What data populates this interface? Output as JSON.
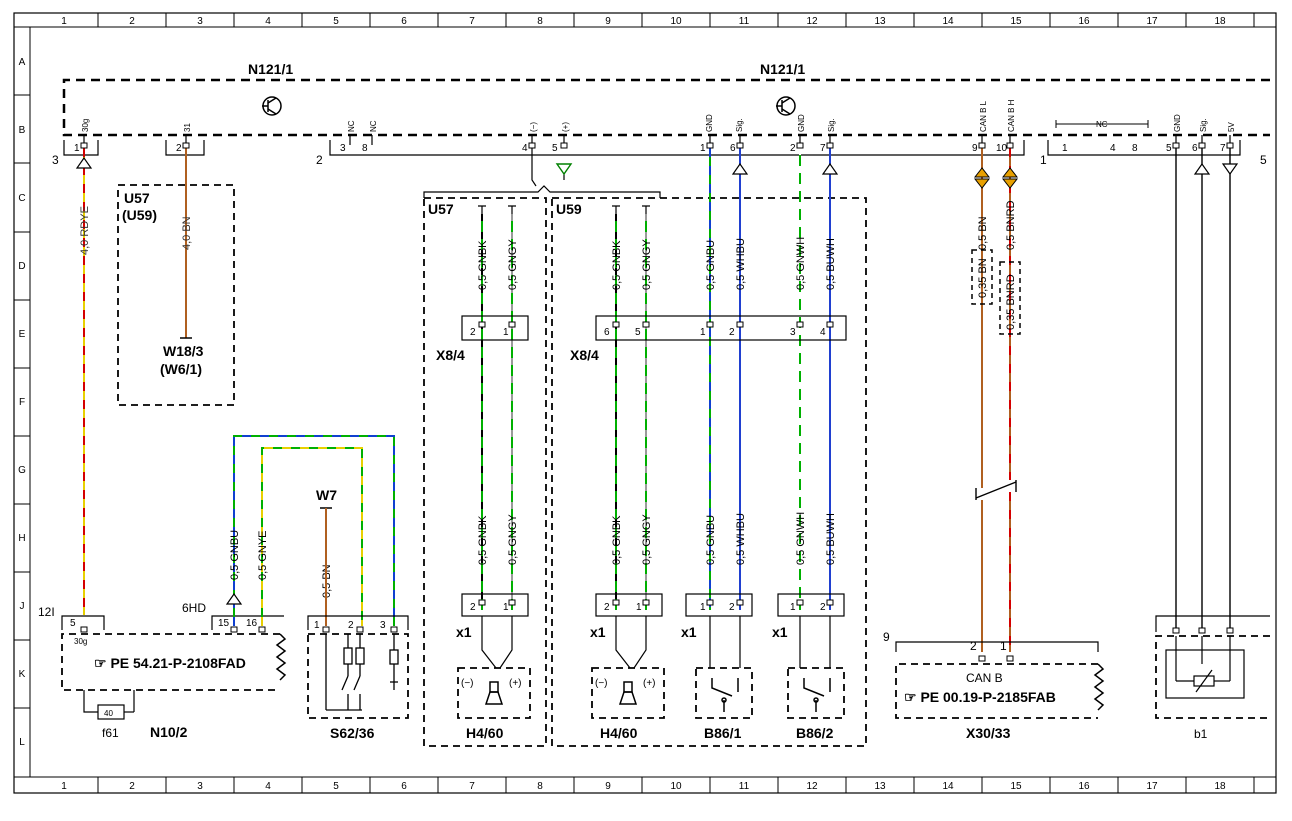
{
  "columns": [
    "1",
    "2",
    "3",
    "4",
    "5",
    "6",
    "7",
    "8",
    "9",
    "10",
    "11",
    "12",
    "13",
    "14",
    "15",
    "16",
    "17",
    "18"
  ],
  "rows": [
    "A",
    "B",
    "C",
    "D",
    "E",
    "F",
    "G",
    "H",
    "J",
    "K",
    "L"
  ],
  "control_unit": {
    "name_left": "N121/1",
    "name_right": "N121/1",
    "connector_left": "3",
    "connector_mid": "2",
    "connector_right": "1",
    "connector_far_right": "5",
    "pins": {
      "p30g": "30g",
      "p31": "31",
      "nc1": "NC",
      "nc2": "NC",
      "neg": "(−)",
      "pos": "(+)",
      "gnd1": "GND",
      "sig1": "Sig.",
      "gnd2": "GND",
      "sig2": "Sig.",
      "canl": "CAN B L",
      "canh": "CAN B H",
      "nc3": "NC",
      "gnd3": "GND",
      "sig3": "Sig.",
      "v5": "5V"
    },
    "pin_numbers": {
      "a1": "1",
      "a2": "2",
      "b3": "3",
      "b8": "8",
      "b4": "4",
      "b5": "5",
      "c1": "1",
      "c6": "6",
      "c2": "2",
      "c7": "7",
      "c9": "9",
      "c10": "10",
      "d1": "1",
      "d4": "4",
      "d8": "8",
      "d5": "5",
      "d6": "6",
      "d7": "7"
    }
  },
  "variant_box": {
    "line1": "U57",
    "line2": "(U59)",
    "target1": "W18/3",
    "target2": "(W6/1)"
  },
  "boxes": {
    "u57": "U57",
    "u59": "U59"
  },
  "connectors": {
    "x8_4_left": "X8/4",
    "x8_4_right": "X8/4",
    "x1_a": "x1",
    "x1_b": "x1",
    "x1_c": "x1",
    "x1_d": "x1"
  },
  "wires": {
    "rdye": "4,0 RDYE",
    "bn40": "4,0 BN",
    "gnbk_u1": "0,5 GNBK",
    "gngy_u1": "0,5 GNGY",
    "gnbk_u2": "0,5 GNBK",
    "gngy_u2": "0,5 GNGY",
    "gnbu_u": "0,5 GNBU",
    "whbu_u": "0,5 WHBU",
    "gnwh_u": "0,5 GNWH",
    "buwh_u": "0,5 BUWH",
    "bn05": "0,5 BN",
    "bnrd05": "0,5 BNRD",
    "bn035": "0,35 BN",
    "bnrd035": "0,35 BNRD",
    "gnbk_l1": "0,5 GNBK",
    "gngy_l1": "0,5 GNGY",
    "gnbk_l2": "0,5 GNBK",
    "gngy_l2": "0,5 GNGY",
    "gnbu_l": "0,5 GNBU",
    "whbu_l": "0,5 WHBU",
    "gnwh_l": "0,5 GNWH",
    "buwh_l": "0,5 BUWH",
    "gnbu_b": "0,5 GNBU",
    "gnye_b": "0,5 GNYE",
    "bn_w7": "0,5 BN"
  },
  "components": {
    "w7": "W7",
    "n10_2": "N10/2",
    "f61": "f61",
    "fuse": "40",
    "n10_conn": "12I",
    "hd_conn": "6HD",
    "pin5": "5",
    "pin30g": "30g",
    "pin15": "15",
    "pin16": "16",
    "pe1": "PE  54.21-P-2108FAD",
    "s62_36": "S62/36",
    "s_pin1": "1",
    "s_pin2": "2",
    "s_pin3": "3",
    "h4_60_a": "H4/60",
    "h4_60_b": "H4/60",
    "b86_1": "B86/1",
    "b86_2": "B86/2",
    "minus": "(−)",
    "plus": "(+)",
    "x30_33": "X30/33",
    "x30_conn": "9",
    "can_b": "CAN  B",
    "x30_pin2": "2",
    "x30_pin1": "1",
    "pe2": "PE  00.19-P-2185FAB",
    "b1": "b1"
  },
  "small_pins": {
    "e2": "2",
    "e1": "1",
    "e6": "6",
    "e5": "5",
    "e1b": "1",
    "e2b": "2",
    "e3": "3",
    "e4": "4",
    "j2": "2",
    "j1": "1",
    "j2b": "2",
    "j1b": "1",
    "j1c": "1",
    "j2c": "2",
    "j1d": "1",
    "j2d": "2"
  }
}
